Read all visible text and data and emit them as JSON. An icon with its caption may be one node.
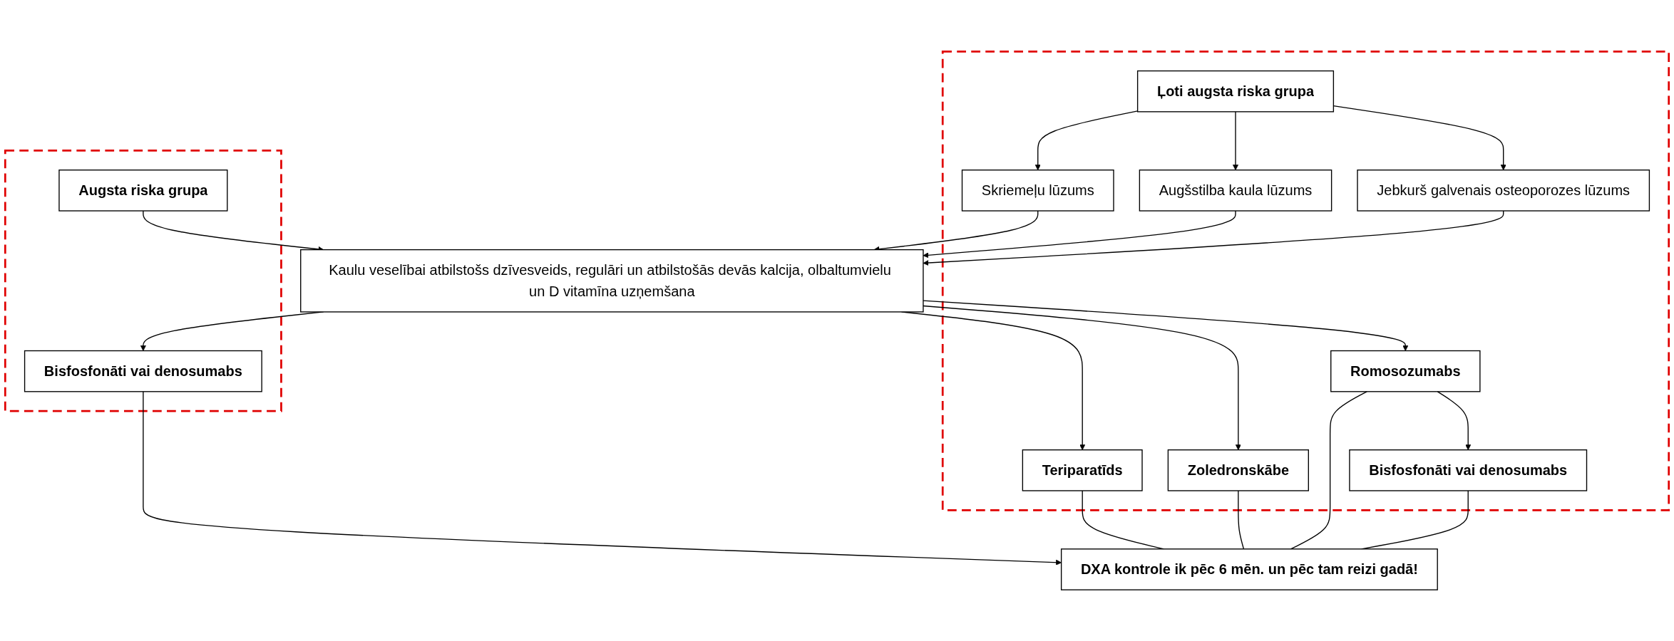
{
  "diagram": {
    "nodes": [
      {
        "text": [],
        "shape": "box"
      },
      {
        "text": [],
        "shape": "box"
      },
      {
        "text": [
          "Augsta riska grupa"
        ],
        "in": 0
      },
      {
        "text": [
          "Ļoti augsta riska grupa"
        ],
        "in": 1
      },
      {
        "text": [
          "Skriemeļu lūzums"
        ],
        "in": 1
      },
      {
        "text": [
          "Augšstilba kaula lūzums"
        ],
        "in": 1
      },
      {
        "text": [
          "Jebkurš galvenais osteoporozes lūzums"
        ],
        "in": 1
      },
      {
        "text": [
          "Kaulu veselībai atbilstošs dzīvesveids, regulāri un atbilstošās devās kalcija, olbaltumvielu un D vitamīna uzņemšana"
        ]
      },
      {
        "text": [
          "Bisfosfonāti vai denosumabs"
        ],
        "in": 0
      },
      {
        "text": [
          "Teriparatīds"
        ],
        "in": 1
      },
      {
        "text": [
          "Zoledronskābe"
        ],
        "in": 1
      },
      {
        "text": [
          "Romosozumabs"
        ],
        "in": 1
      },
      {
        "text": [
          "Bisfosfonāti vai denosumabs"
        ],
        "in": 1
      },
      {
        "text": [
          "DXA kontrole ik pēc 6 mēn. un pēc tam reizi gadā!"
        ]
      }
    ],
    "edges": [
      {
        "from": 2,
        "to": 7,
        "arrow": "to"
      },
      {
        "from": 3,
        "to": 4,
        "arrow": "to"
      },
      {
        "from": 3,
        "to": 5,
        "arrow": "to"
      },
      {
        "from": 3,
        "to": 6,
        "arrow": "to"
      },
      {
        "from": 4,
        "to": 7,
        "arrow": "to"
      },
      {
        "from": 5,
        "to": 7,
        "arrow": "to"
      },
      {
        "from": 6,
        "to": 7,
        "arrow": "to"
      },
      {
        "from": 7,
        "to": 8,
        "arrow": "to"
      },
      {
        "from": 7,
        "to": 9,
        "arrow": "to"
      },
      {
        "from": 7,
        "to": 10,
        "arrow": "to"
      },
      {
        "from": 7,
        "to": 11,
        "arrow": "to"
      },
      {
        "from": 11,
        "to": 12,
        "arrow": "to"
      },
      {
        "from": 8,
        "to": 13,
        "arrow": "to"
      },
      {
        "from": 9,
        "to": 13,
        "arrow": "none"
      },
      {
        "from": 10,
        "to": 13,
        "arrow": "none"
      },
      {
        "from": 11,
        "to": 13,
        "arrow": "none"
      },
      {
        "from": 12,
        "to": 13,
        "arrow": "none"
      }
    ]
  }
}
